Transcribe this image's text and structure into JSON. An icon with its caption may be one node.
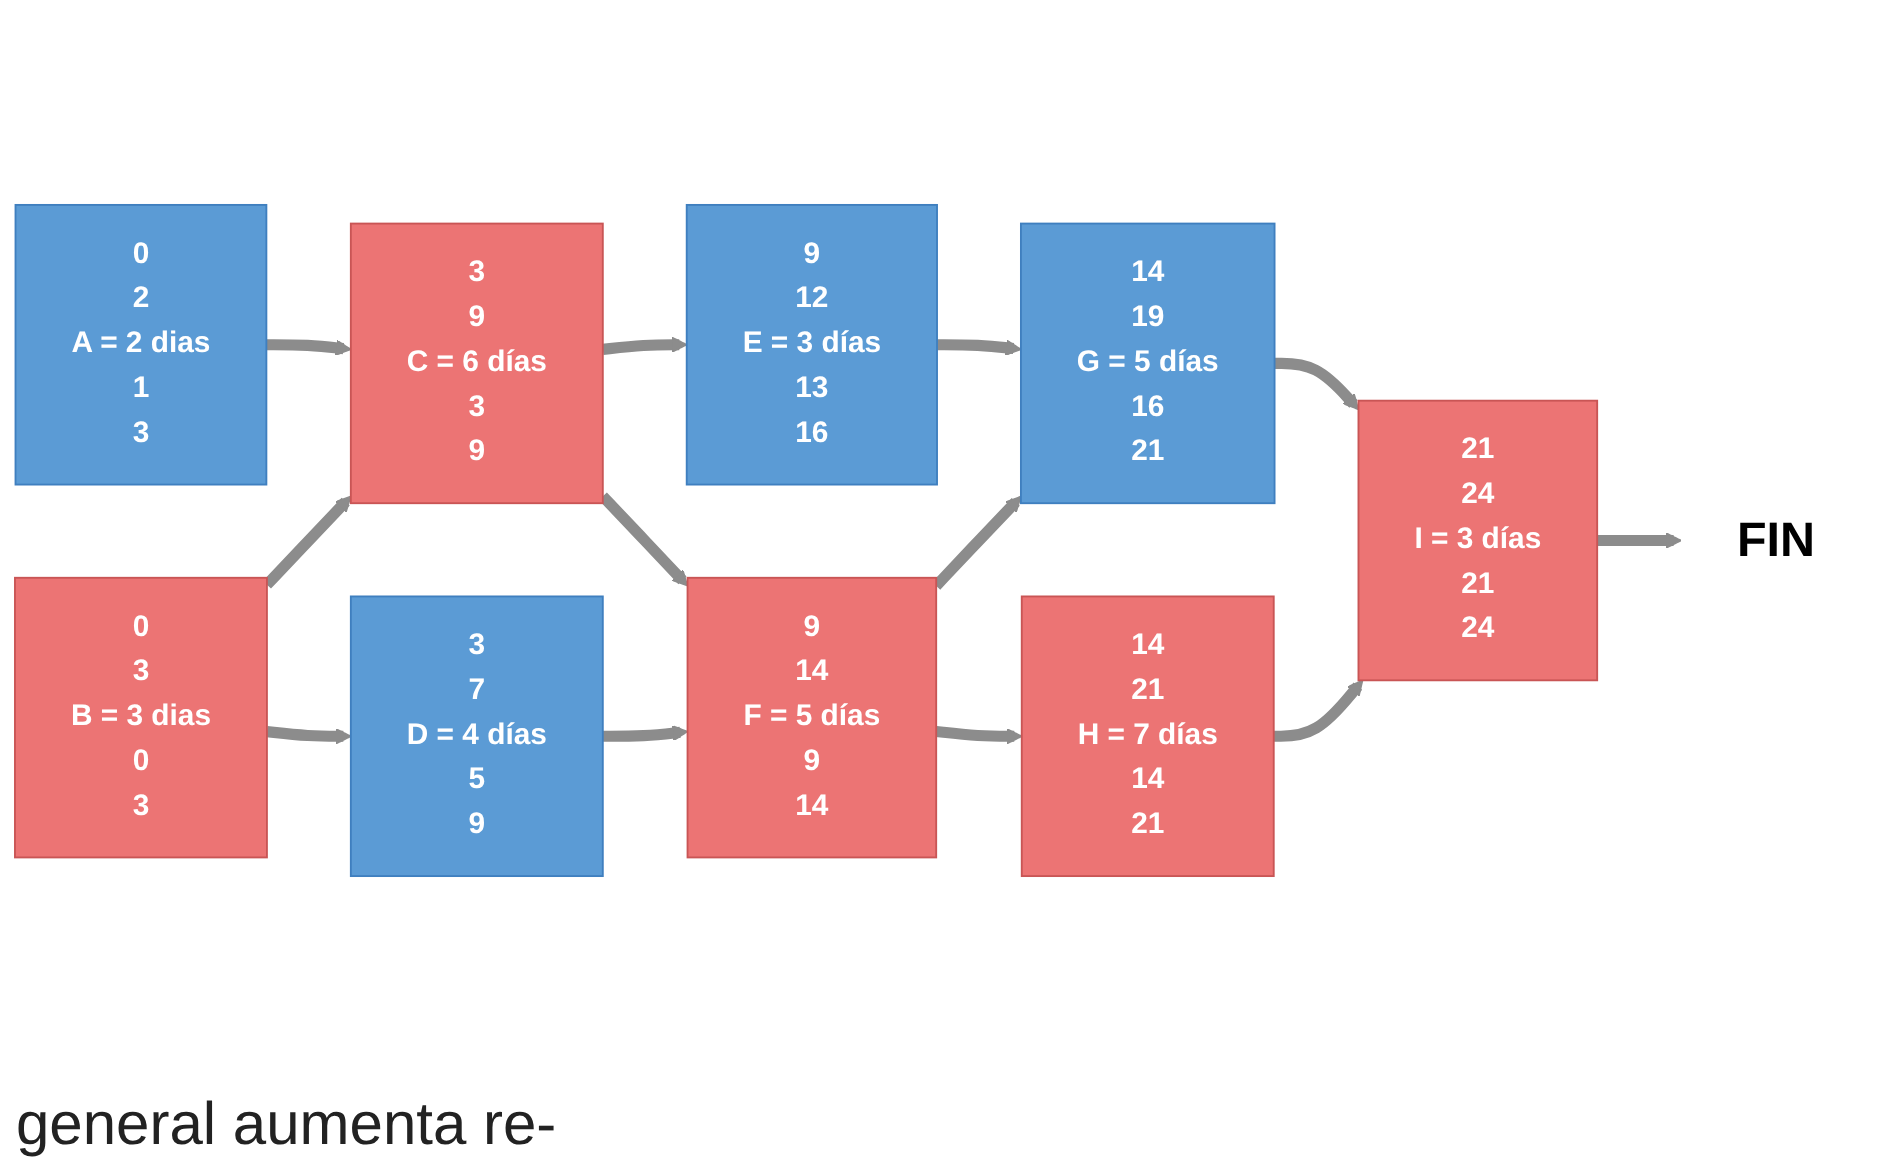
{
  "diagram": {
    "nodes": [
      {
        "text": [
          "0",
          "2",
          "A = 2 dias",
          "1",
          "3"
        ]
      },
      {
        "text": [
          "3",
          "9",
          "C = 6 días",
          "3",
          "9"
        ]
      },
      {
        "text": [
          "9",
          "12",
          "E = 3 días",
          "13",
          "16"
        ]
      },
      {
        "text": [
          "14",
          "19",
          "G = 5 días",
          "16",
          "21"
        ]
      },
      {
        "text": [
          "0",
          "3",
          "B = 3 dias",
          "0",
          "3"
        ]
      },
      {
        "text": [
          "3",
          "7",
          "D = 4 días",
          "5",
          "9"
        ]
      },
      {
        "text": [
          "9",
          "14",
          "F = 5 días",
          "9",
          "14"
        ]
      },
      {
        "text": [
          "14",
          "21",
          "H = 7 días",
          "14",
          "21"
        ]
      },
      {
        "text": [
          "21",
          "24",
          "I = 3 días",
          "21",
          "24"
        ]
      },
      {
        "text": [
          "FIN"
        ]
      }
    ],
    "edges": [
      {
        "from": 0,
        "to": 1,
        "arrow": "to"
      },
      {
        "from": 1,
        "to": 2,
        "arrow": "to"
      },
      {
        "from": 2,
        "to": 3,
        "arrow": "to"
      },
      {
        "from": 4,
        "to": 1,
        "arrow": "to"
      },
      {
        "from": 1,
        "to": 6,
        "arrow": "to"
      },
      {
        "from": 4,
        "to": 5,
        "arrow": "to"
      },
      {
        "from": 5,
        "to": 6,
        "arrow": "to"
      },
      {
        "from": 6,
        "to": 3,
        "arrow": "to"
      },
      {
        "from": 3,
        "to": 8,
        "arrow": "to"
      },
      {
        "from": 6,
        "to": 7,
        "arrow": "to"
      },
      {
        "from": 7,
        "to": 8,
        "arrow": "to"
      },
      {
        "from": 8,
        "to": 9,
        "arrow": "to"
      }
    ],
    "labels": [
      "general aumenta re-"
    ]
  }
}
